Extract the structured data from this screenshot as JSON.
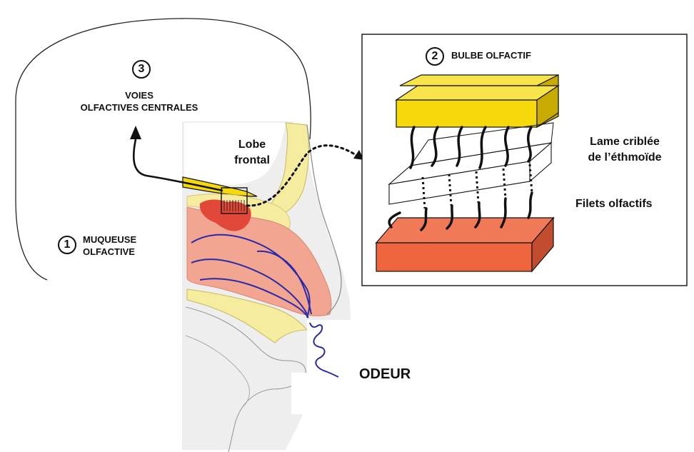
{
  "labels": {
    "voies": {
      "number": "3",
      "line1": "VOIES",
      "line2": "OLFACTIVES CENTRALES"
    },
    "muqueuse": {
      "number": "1",
      "line1": "MUQUEUSE",
      "line2": "OLFACTIVE"
    },
    "bulbe": {
      "number": "2",
      "text": "BULBE OLFACTIF"
    },
    "lobe": {
      "line1": "Lobe",
      "line2": "frontal"
    },
    "lame": {
      "line1": "Lame criblée",
      "line2": "de l’éthmoïde"
    },
    "filets": "Filets olfactifs",
    "odeur": "ODEUR"
  },
  "colors": {
    "bulb": "#f5d90a",
    "bulb_side": "#c9aa00",
    "mucosa_block": "#ee6540",
    "mucosa_side": "#c24d2e",
    "nasal_mucosa": "#f2a590",
    "olfactory_patch": "#e2483a",
    "bone": "#f5eca0",
    "nerve_blue": "#2a2aa8",
    "outline": "#111111"
  }
}
